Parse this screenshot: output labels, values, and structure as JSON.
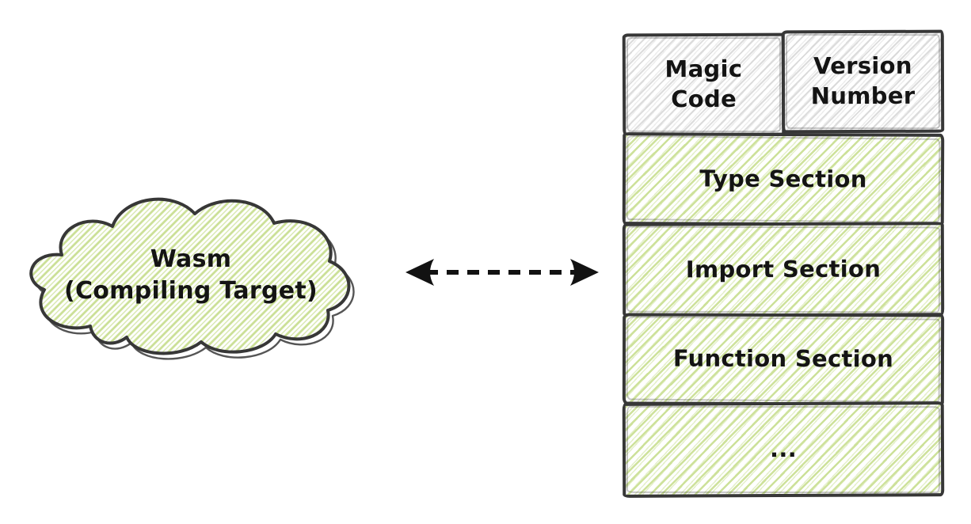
{
  "cloud": {
    "line1": "Wasm",
    "line2": "(Compiling Target)"
  },
  "arrow": {
    "type": "bidirectional-dashed"
  },
  "stack": {
    "header_cells": [
      "Magic Code",
      "Version Number"
    ],
    "sections": [
      "Type Section",
      "Import Section",
      "Function Section",
      "..."
    ]
  },
  "colors": {
    "hatch_green": "#cbe096",
    "hatch_gray": "#dedede",
    "ink": "#373737",
    "text": "#141414"
  }
}
